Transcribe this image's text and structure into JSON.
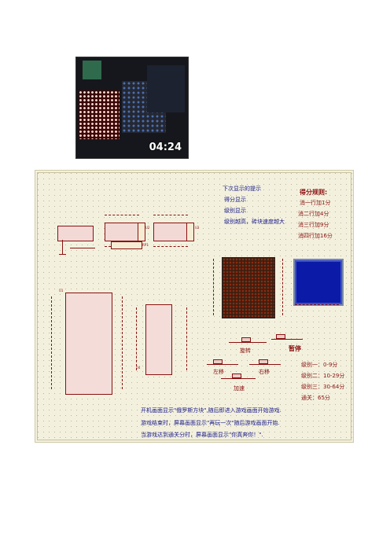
{
  "thumbnail": {
    "duration": "04:24"
  },
  "schematic": {
    "notes_top": [
      "下次显示的提示",
      "得分显示",
      "级别显示",
      "级别越高，砖块速度越大"
    ],
    "score_rules": {
      "title": "得分规则:",
      "items": [
        "消一行加1分",
        "消二行加4分",
        "消三行加9分",
        "消四行加16分"
      ]
    },
    "buttons": {
      "rotate": "旋转",
      "pause": "暂停",
      "left": "左移",
      "right": "右移",
      "speed": "加速"
    },
    "levels": [
      "级别一：0-9分",
      "级别二：10-29分",
      "级别三：30-64分",
      "通关：65分"
    ],
    "notes_bottom": [
      "开机画面显示\"俄罗斯方块\",随后即进入游戏画面开始游戏.",
      "游戏结束时，屏幕画面显示\"再玩一次\"随后游戏画面开始.",
      "当游戏达到通关分时，屏幕画面显示\"你真奔你！\"."
    ],
    "chip_labels": {
      "u1": "U1",
      "u2": "U2",
      "u3": "U3",
      "rp1": "RP1",
      "u4": "U4"
    }
  }
}
